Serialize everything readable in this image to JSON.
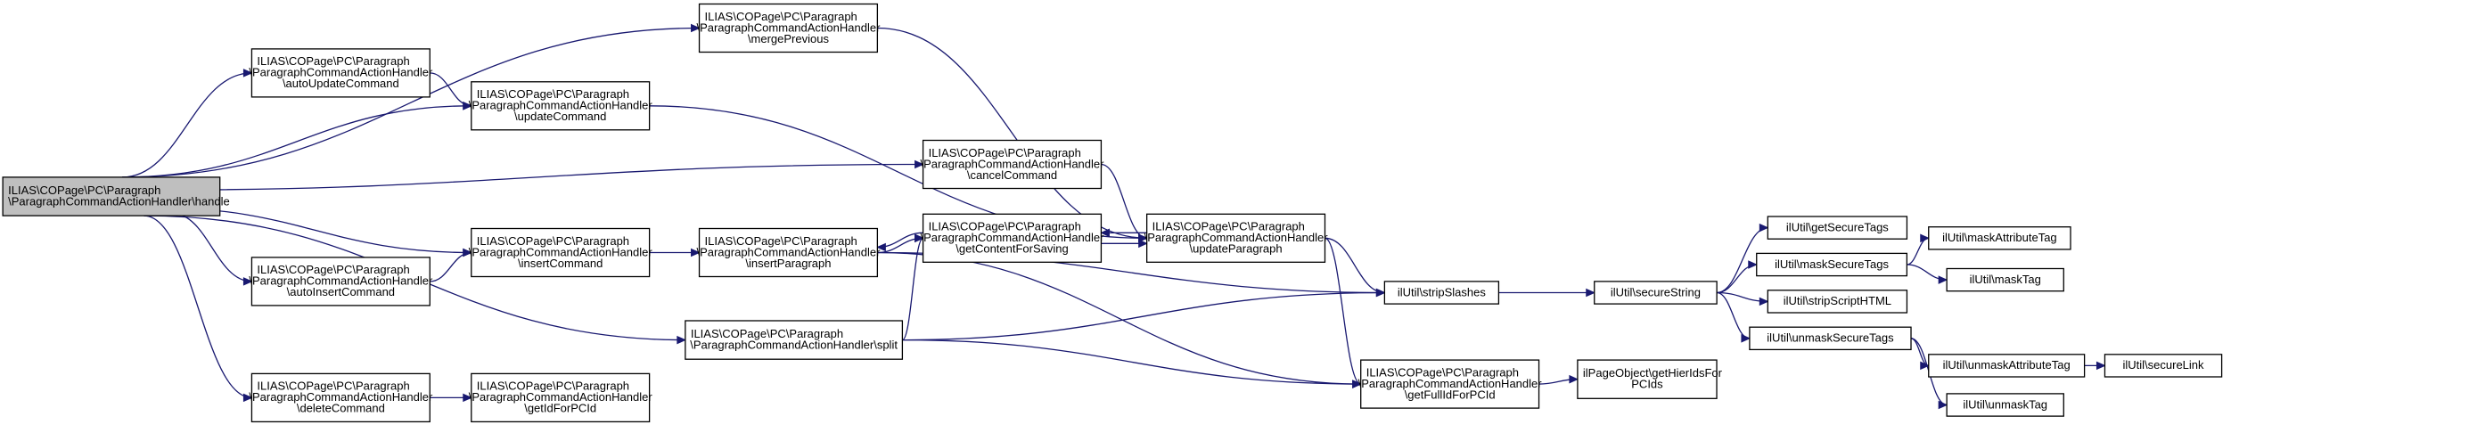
{
  "nodes": [
    {
      "id": "handle",
      "lines": [
        "ILIAS\\COPage\\PC\\Paragraph",
        "\\ParagraphCommandActionHandler\\handle"
      ],
      "root": true
    },
    {
      "id": "mergePrevious",
      "lines": [
        "ILIAS\\COPage\\PC\\Paragraph",
        "\\ParagraphCommandActionHandler",
        "\\mergePrevious"
      ]
    },
    {
      "id": "autoUpdateCommand",
      "lines": [
        "ILIAS\\COPage\\PC\\Paragraph",
        "\\ParagraphCommandActionHandler",
        "\\autoUpdateCommand"
      ]
    },
    {
      "id": "updateCommand",
      "lines": [
        "ILIAS\\COPage\\PC\\Paragraph",
        "\\ParagraphCommandActionHandler",
        "\\updateCommand"
      ]
    },
    {
      "id": "cancelCommand",
      "lines": [
        "ILIAS\\COPage\\PC\\Paragraph",
        "\\ParagraphCommandActionHandler",
        "\\cancelCommand"
      ]
    },
    {
      "id": "insertCommand",
      "lines": [
        "ILIAS\\COPage\\PC\\Paragraph",
        "\\ParagraphCommandActionHandler",
        "\\insertCommand"
      ]
    },
    {
      "id": "autoInsertCommand",
      "lines": [
        "ILIAS\\COPage\\PC\\Paragraph",
        "\\ParagraphCommandActionHandler",
        "\\autoInsertCommand"
      ]
    },
    {
      "id": "insertParagraph",
      "lines": [
        "ILIAS\\COPage\\PC\\Paragraph",
        "\\ParagraphCommandActionHandler",
        "\\insertParagraph"
      ]
    },
    {
      "id": "getContentForSaving",
      "lines": [
        "ILIAS\\COPage\\PC\\Paragraph",
        "\\ParagraphCommandActionHandler",
        "\\getContentForSaving"
      ]
    },
    {
      "id": "updateParagraph",
      "lines": [
        "ILIAS\\COPage\\PC\\Paragraph",
        "\\ParagraphCommandActionHandler",
        "\\updateParagraph"
      ]
    },
    {
      "id": "split",
      "lines": [
        "ILIAS\\COPage\\PC\\Paragraph",
        "\\ParagraphCommandActionHandler\\split"
      ]
    },
    {
      "id": "deleteCommand",
      "lines": [
        "ILIAS\\COPage\\PC\\Paragraph",
        "\\ParagraphCommandActionHandler",
        "\\deleteCommand"
      ]
    },
    {
      "id": "getIdForPCId",
      "lines": [
        "ILIAS\\COPage\\PC\\Paragraph",
        "\\ParagraphCommandActionHandler",
        "\\getIdForPCId"
      ]
    },
    {
      "id": "stripSlashes",
      "lines": [
        "ilUtil\\stripSlashes"
      ]
    },
    {
      "id": "getFullIdForPCId",
      "lines": [
        "ILIAS\\COPage\\PC\\Paragraph",
        "\\ParagraphCommandActionHandler",
        "\\getFullIdForPCId"
      ]
    },
    {
      "id": "secureString",
      "lines": [
        "ilUtil\\secureString"
      ]
    },
    {
      "id": "getHierIdsForPCIds",
      "lines": [
        "ilPageObject\\getHierIdsFor",
        "PCIds"
      ]
    },
    {
      "id": "getSecureTags",
      "lines": [
        "ilUtil\\getSecureTags"
      ]
    },
    {
      "id": "maskSecureTags",
      "lines": [
        "ilUtil\\maskSecureTags"
      ]
    },
    {
      "id": "stripScriptHTML",
      "lines": [
        "ilUtil\\stripScriptHTML"
      ]
    },
    {
      "id": "unmaskSecureTags",
      "lines": [
        "ilUtil\\unmaskSecureTags"
      ]
    },
    {
      "id": "maskAttributeTag",
      "lines": [
        "ilUtil\\maskAttributeTag"
      ]
    },
    {
      "id": "maskTag",
      "lines": [
        "ilUtil\\maskTag"
      ]
    },
    {
      "id": "unmaskAttributeTag",
      "lines": [
        "ilUtil\\unmaskAttributeTag"
      ]
    },
    {
      "id": "unmaskTag",
      "lines": [
        "ilUtil\\unmaskTag"
      ]
    },
    {
      "id": "secureLink",
      "lines": [
        "ilUtil\\secureLink"
      ]
    }
  ],
  "edges": [
    {
      "from": "handle",
      "to": "mergePrevious"
    },
    {
      "from": "handle",
      "to": "autoUpdateCommand"
    },
    {
      "from": "handle",
      "to": "updateCommand"
    },
    {
      "from": "handle",
      "to": "cancelCommand"
    },
    {
      "from": "handle",
      "to": "insertCommand"
    },
    {
      "from": "handle",
      "to": "autoInsertCommand"
    },
    {
      "from": "handle",
      "to": "split"
    },
    {
      "from": "handle",
      "to": "deleteCommand"
    },
    {
      "from": "autoUpdateCommand",
      "to": "updateCommand"
    },
    {
      "from": "autoInsertCommand",
      "to": "insertCommand"
    },
    {
      "from": "insertCommand",
      "to": "insertParagraph"
    },
    {
      "from": "deleteCommand",
      "to": "getIdForPCId"
    },
    {
      "from": "mergePrevious",
      "to": "updateParagraph"
    },
    {
      "from": "updateCommand",
      "to": "updateParagraph"
    },
    {
      "from": "cancelCommand",
      "to": "updateParagraph"
    },
    {
      "from": "insertParagraph",
      "to": "getContentForSaving"
    },
    {
      "from": "insertParagraph",
      "to": "stripSlashes"
    },
    {
      "from": "insertParagraph",
      "to": "getFullIdForPCId"
    },
    {
      "from": "getContentForSaving",
      "to": "insertParagraph"
    },
    {
      "from": "getContentForSaving",
      "to": "updateParagraph"
    },
    {
      "from": "updateParagraph",
      "to": "getContentForSaving"
    },
    {
      "from": "updateParagraph",
      "to": "stripSlashes"
    },
    {
      "from": "updateParagraph",
      "to": "getFullIdForPCId"
    },
    {
      "from": "split",
      "to": "getContentForSaving"
    },
    {
      "from": "split",
      "to": "stripSlashes"
    },
    {
      "from": "split",
      "to": "getFullIdForPCId"
    },
    {
      "from": "stripSlashes",
      "to": "secureString"
    },
    {
      "from": "getFullIdForPCId",
      "to": "getHierIdsForPCIds"
    },
    {
      "from": "secureString",
      "to": "getSecureTags"
    },
    {
      "from": "secureString",
      "to": "maskSecureTags"
    },
    {
      "from": "secureString",
      "to": "stripScriptHTML"
    },
    {
      "from": "secureString",
      "to": "unmaskSecureTags"
    },
    {
      "from": "maskSecureTags",
      "to": "maskAttributeTag"
    },
    {
      "from": "maskSecureTags",
      "to": "maskTag"
    },
    {
      "from": "unmaskSecureTags",
      "to": "unmaskAttributeTag"
    },
    {
      "from": "unmaskSecureTags",
      "to": "unmaskTag"
    },
    {
      "from": "unmaskAttributeTag",
      "to": "secureLink"
    }
  ],
  "colors": {
    "edge": "#191970",
    "node_border": "#000000",
    "root_fill": "#bfbfbf",
    "node_fill": "#ffffff"
  }
}
